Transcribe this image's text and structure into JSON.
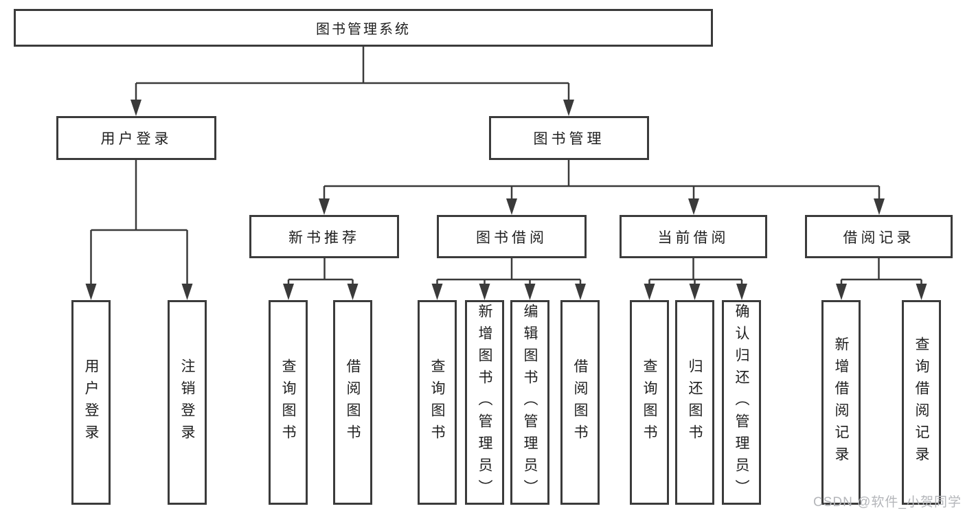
{
  "colors": {
    "line": "#3a3a3a",
    "box_border": "#3b3b3b",
    "text": "#1f1f1f",
    "watermark": "#b4b6ba"
  },
  "watermark": "CSDN @软件_小贺同学",
  "tree": {
    "root": "图书管理系统",
    "level1": [
      "用户登录",
      "图书管理"
    ],
    "level2": [
      "新书推荐",
      "图书借阅",
      "当前借阅",
      "借阅记录"
    ],
    "leaves": {
      "user_login": [
        "用户登录",
        "注销登录"
      ],
      "new_book": [
        "查询图书",
        "借阅图书"
      ],
      "book_borrow": [
        "查询图书",
        "新增图书（管理员）",
        "编辑图书（管理员）",
        "借阅图书"
      ],
      "current_borrow": [
        "查询图书",
        "归还图书",
        "确认归还（管理员）"
      ],
      "borrow_records": [
        "新增借阅记录",
        "查询借阅记录"
      ]
    }
  }
}
